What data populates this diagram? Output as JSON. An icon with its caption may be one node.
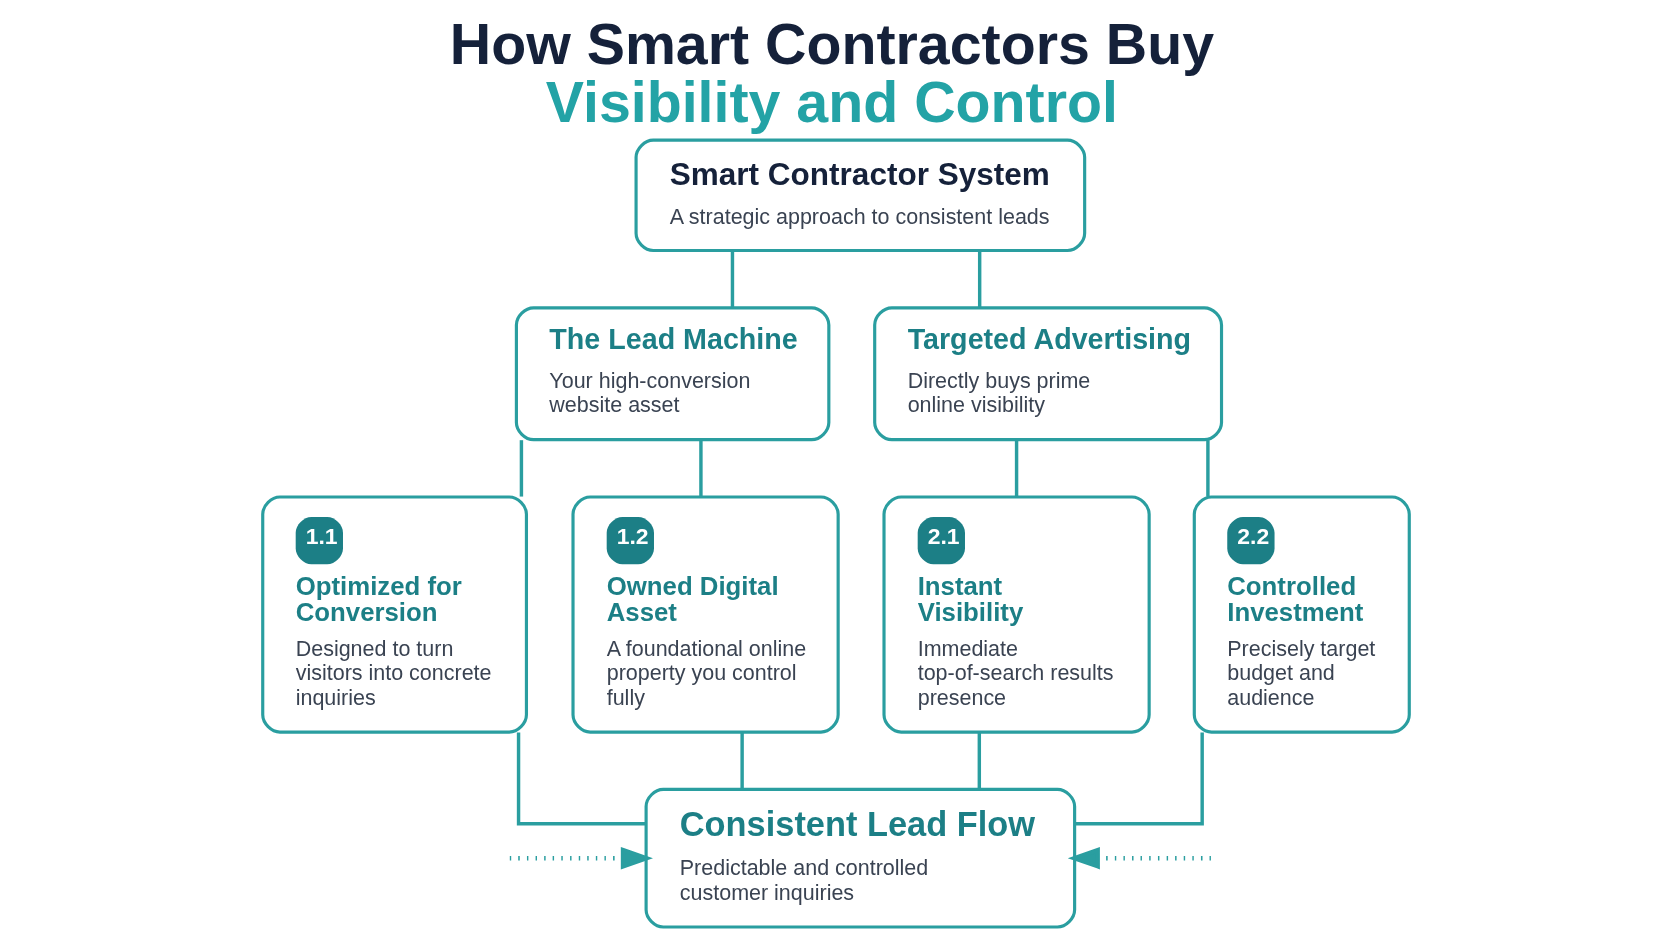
{
  "diagram": {
    "title": "How Smart Contractors Buy Visibility and Control",
    "nodes": [
      {
        "text": [
          "Smart Contractor System",
          "A strategic approach to consistent leads"
        ]
      },
      {
        "text": [
          "The Lead Machine",
          "Your high-conversion website asset"
        ]
      },
      {
        "text": [
          "Targeted Advertising",
          "Directly buys prime online visibility"
        ]
      },
      {
        "text": [
          "1.1",
          "Optimized for Conversion",
          "Designed to turn visitors into concrete inquiries"
        ]
      },
      {
        "text": [
          "1.2",
          "Owned Digital Asset",
          "A foundational online property you control fully"
        ]
      },
      {
        "text": [
          "2.1",
          "Instant Visibility",
          "Immediate top-of-search results presence"
        ]
      },
      {
        "text": [
          "2.2",
          "Controlled Investment",
          "Precisely target budget and audience"
        ]
      },
      {
        "text": [
          "Consistent Lead Flow",
          "Predictable and controlled customer inquiries"
        ]
      }
    ],
    "edges": [
      {
        "from": 0,
        "to": 1,
        "arrow": "none"
      },
      {
        "from": 0,
        "to": 2,
        "arrow": "none"
      },
      {
        "from": 1,
        "to": 3,
        "arrow": "none"
      },
      {
        "from": 1,
        "to": 4,
        "arrow": "none"
      },
      {
        "from": 2,
        "to": 5,
        "arrow": "none"
      },
      {
        "from": 2,
        "to": 6,
        "arrow": "none"
      },
      {
        "from": 3,
        "to": 7,
        "arrow": "none"
      },
      {
        "from": 4,
        "to": 7,
        "arrow": "none"
      },
      {
        "from": 5,
        "to": 7,
        "arrow": "none"
      },
      {
        "from": 6,
        "to": 7,
        "arrow": "none"
      },
      {
        "from": null,
        "to": 7,
        "arrow": "to",
        "style": "dashed"
      },
      {
        "from": null,
        "to": 7,
        "arrow": "to",
        "style": "dashed"
      }
    ]
  }
}
